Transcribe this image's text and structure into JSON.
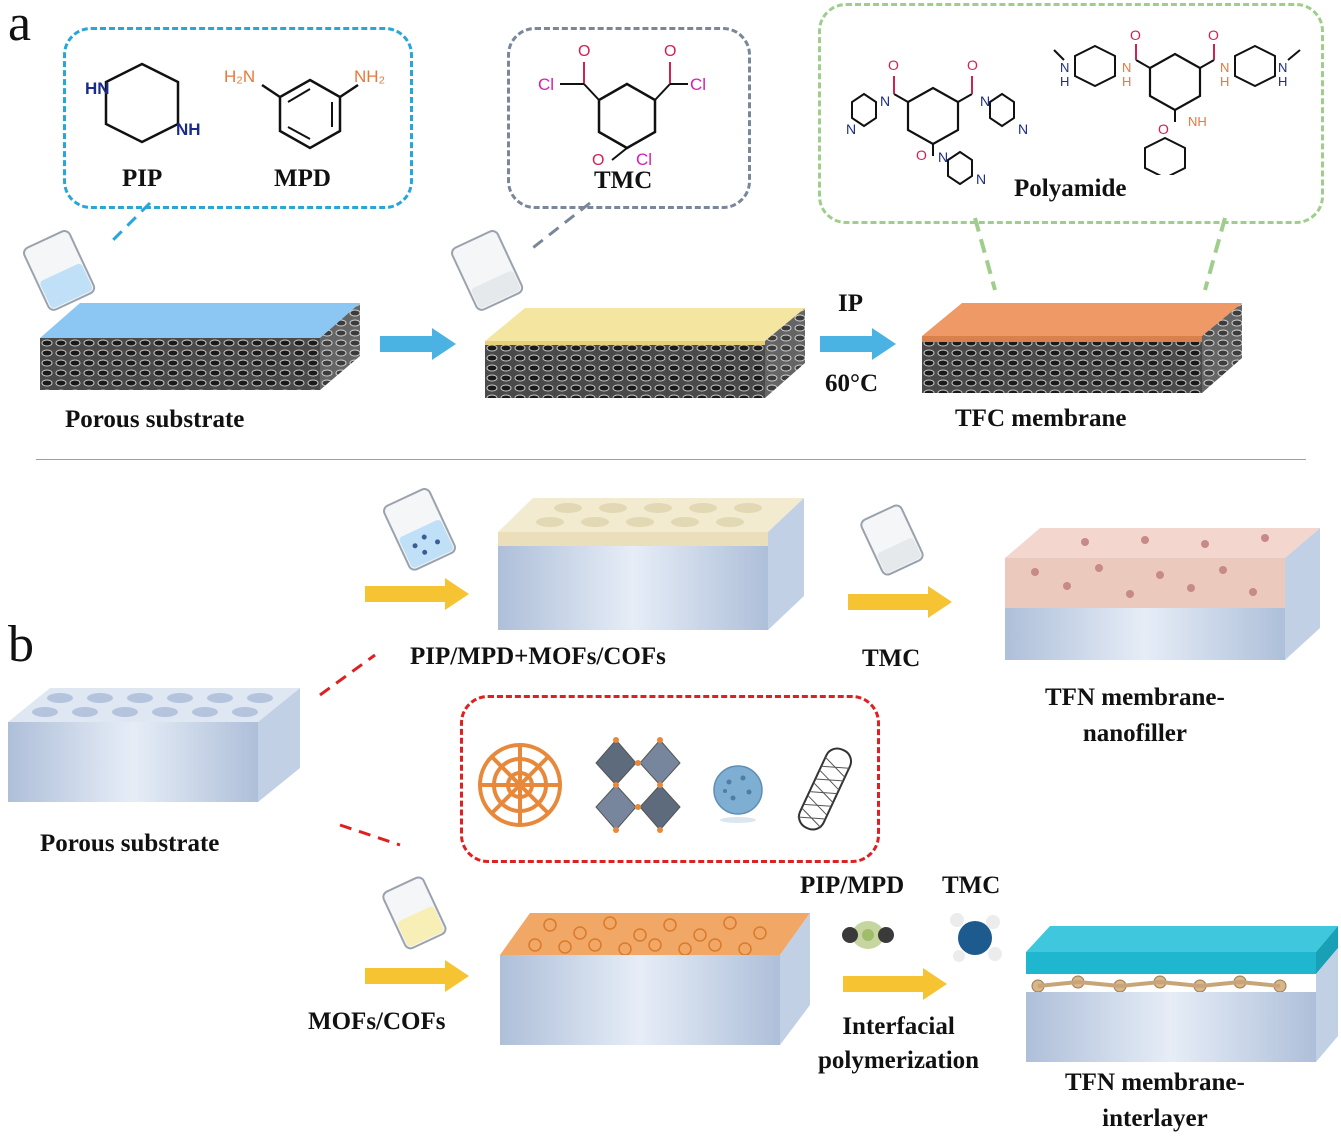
{
  "panels": {
    "a": "a",
    "b": "b"
  },
  "panel_a": {
    "monomer_box": {
      "pip": "PIP",
      "mpd": "MPD",
      "border": "#29a6d8"
    },
    "tmc_box": {
      "label": "TMC",
      "border": "#7a879a"
    },
    "polyamide_box": {
      "label": "Polyamide",
      "border": "#9fce8c"
    },
    "ip_label": "IP",
    "temp_label": "60°C",
    "substrate_label": "Porous substrate",
    "tfc_label": "TFC membrane",
    "colors": {
      "aqueous": "#8cc7f3",
      "organic": "#f4e5a1",
      "polyamide": "#ef9a66",
      "arrow": "#4ab3e3"
    }
  },
  "panel_b": {
    "substrate_label": "Porous substrate",
    "step1_label": "PIP/MPD+MOFs/COFs",
    "tmc_label": "TMC",
    "tfn_nanofiller_label": "TFN membrane-\nnanofiller",
    "mofs_label": "MOFs/COFs",
    "pipmpd_label": "PIP/MPD",
    "tmc2_label": "TMC",
    "ip_label": "Interfacial\npolymerization",
    "tfn_interlayer_label": "TFN membrane-\ninterlayer",
    "nanofiller_box_border": "#e02020",
    "colors": {
      "arrow": "#f6c433",
      "substrate": "#c9d8ee",
      "interlayer": "#1fb6cf",
      "framework": "#e8883a"
    }
  },
  "chem": {
    "hn": "HN",
    "nh": "NH",
    "nh2": "NH₂",
    "h2n": "H₂N",
    "cl": "Cl",
    "o": "O",
    "n": "N",
    "h": "H"
  }
}
